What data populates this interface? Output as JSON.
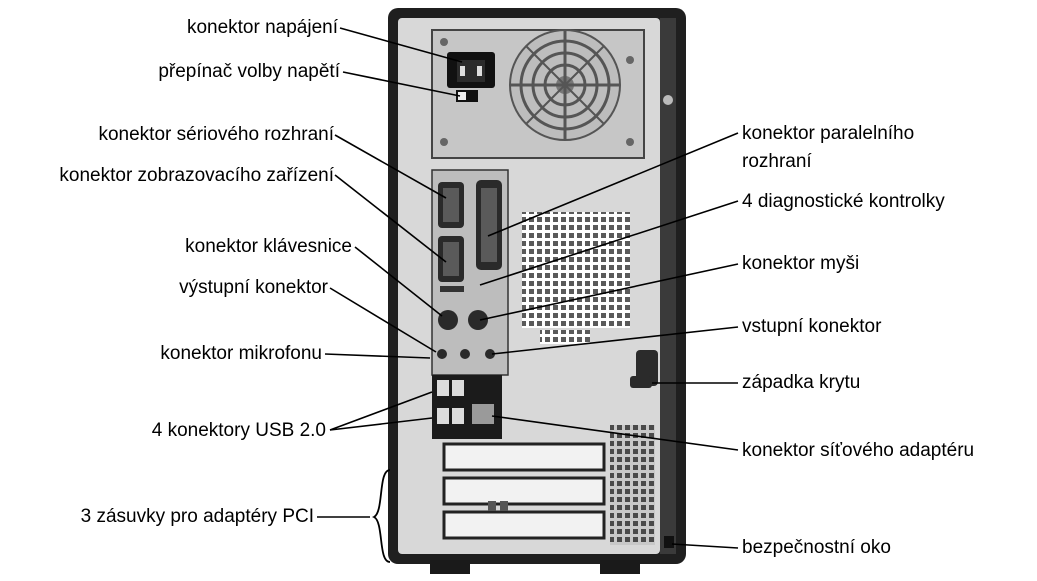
{
  "labels": {
    "power_connector": "konektor napájení",
    "voltage_switch": "přepínač volby napětí",
    "serial_connector": "konektor sériového rozhraní",
    "video_connector": "konektor zobrazovacího zařízení",
    "keyboard_connector": "konektor klávesnice",
    "line_out": "výstupní konektor",
    "microphone": "konektor mikrofonu",
    "usb": "4 konektory USB 2.0",
    "pci_slots": "3 zásuvky pro adaptéry PCI",
    "parallel_line1": "konektor paralelního",
    "parallel_line2": "rozhraní",
    "diagnostic_lights": "4 diagnostické kontrolky",
    "mouse_connector": "konektor myši",
    "line_in": "vstupní konektor",
    "cover_latch": "západka krytu",
    "network_adapter": "konektor síťového adaptéru",
    "security_slot": "bezpečnostní oko"
  }
}
